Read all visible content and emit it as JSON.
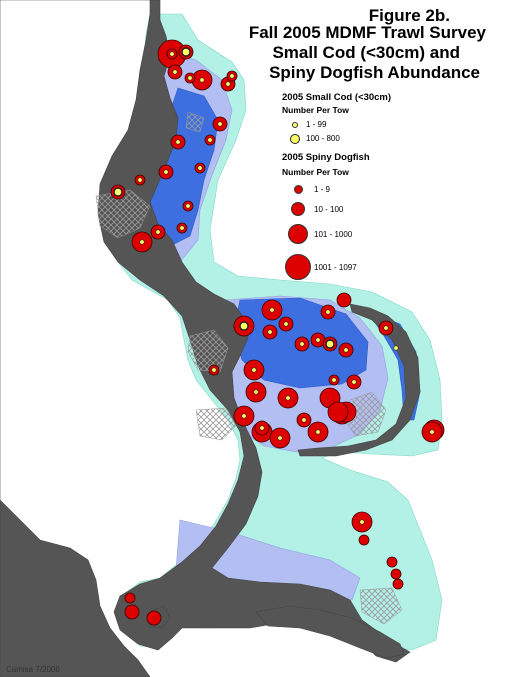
{
  "title": {
    "line1": "Figure 2b.",
    "line2": "Fall 2005 MDMF Trawl Survey",
    "line3": "Small Cod (<30cm) and",
    "line4": "Spiny Dogfish Abundance"
  },
  "legend": {
    "cod_heading": "2005 Small Cod (<30cm)",
    "cod_subheading": "Number Per Tow",
    "cod_classes": [
      "1 - 99",
      "100 - 800"
    ],
    "dogfish_heading": "2005 Spiny Dogfish",
    "dogfish_subheading": "Number Per Tow",
    "dogfish_classes": [
      "1 - 9",
      "10 - 100",
      "101 - 1000",
      "1001 - 1097"
    ]
  },
  "credit": "Camisa 7/2006",
  "colors": {
    "land": "#555555",
    "water_light": "#b3f0e6",
    "water_mid": "#b3bff2",
    "water_deep": "#3d6fe0",
    "dogfish_fill": "#dd0000",
    "cod_fill": "#ffff66",
    "hatch": "#bbbbbb"
  },
  "stations": [
    {
      "dog": 4,
      "cod": 0
    },
    {
      "dog": 2,
      "cod": 2
    },
    {
      "dog": 3,
      "cod": 1
    },
    {
      "dog": 2,
      "cod": 1
    },
    {
      "dog": 1,
      "cod": 1
    },
    {
      "dog": 2,
      "cod": 1
    },
    {
      "dog": 1,
      "cod": 1
    },
    {
      "dog": 2,
      "cod": 1
    },
    {
      "dog": 1,
      "cod": 1
    },
    {
      "dog": 2,
      "cod": 1
    },
    {
      "dog": 1,
      "cod": 1
    },
    {
      "dog": 2,
      "cod": 1
    },
    {
      "dog": 1,
      "cod": 1
    },
    {
      "dog": 2,
      "cod": 2
    },
    {
      "dog": 2,
      "cod": 1
    },
    {
      "dog": 1,
      "cod": 1
    },
    {
      "dog": 1,
      "cod": 1
    },
    {
      "dog": 3,
      "cod": 1
    },
    {
      "dog": 3,
      "cod": 1
    },
    {
      "dog": 3,
      "cod": 2
    },
    {
      "dog": 2,
      "cod": 1
    },
    {
      "dog": 2,
      "cod": 0
    },
    {
      "dog": 2,
      "cod": 1
    },
    {
      "dog": 2,
      "cod": 1
    },
    {
      "dog": 2,
      "cod": 1
    },
    {
      "dog": 2,
      "cod": 2
    },
    {
      "dog": 2,
      "cod": 1
    },
    {
      "dog": 2,
      "cod": 1
    },
    {
      "dog": 1,
      "cod": 1
    },
    {
      "dog": 3,
      "cod": 1
    },
    {
      "dog": 3,
      "cod": 1
    },
    {
      "dog": 3,
      "cod": 1
    },
    {
      "dog": 2,
      "cod": 1
    },
    {
      "dog": 1,
      "cod": 1
    },
    {
      "dog": 3,
      "cod": 1
    },
    {
      "dog": 3,
      "cod": 1
    },
    {
      "dog": 3,
      "cod": 1
    },
    {
      "dog": 2,
      "cod": 1
    },
    {
      "dog": 2,
      "cod": 1
    },
    {
      "dog": 3,
      "cod": 1
    },
    {
      "dog": 3,
      "cod": 0
    },
    {
      "dog": 3,
      "cod": 0
    },
    {
      "dog": 3,
      "cod": 0
    },
    {
      "dog": 3,
      "cod": 0
    },
    {
      "dog": 2,
      "cod": 1
    },
    {
      "dog": 0,
      "cod": 1
    },
    {
      "dog": 2,
      "cod": 1
    },
    {
      "dog": 3,
      "cod": 1
    },
    {
      "dog": 3,
      "cod": 1
    },
    {
      "dog": 3,
      "cod": 1
    },
    {
      "dog": 1,
      "cod": 0
    },
    {
      "dog": 1,
      "cod": 0
    },
    {
      "dog": 1,
      "cod": 0
    },
    {
      "dog": 1,
      "cod": 0
    },
    {
      "dog": 1,
      "cod": 0
    },
    {
      "dog": 2,
      "cod": 0
    },
    {
      "dog": 2,
      "cod": 0
    },
    {
      "dog": 1,
      "cod": 1
    }
  ]
}
